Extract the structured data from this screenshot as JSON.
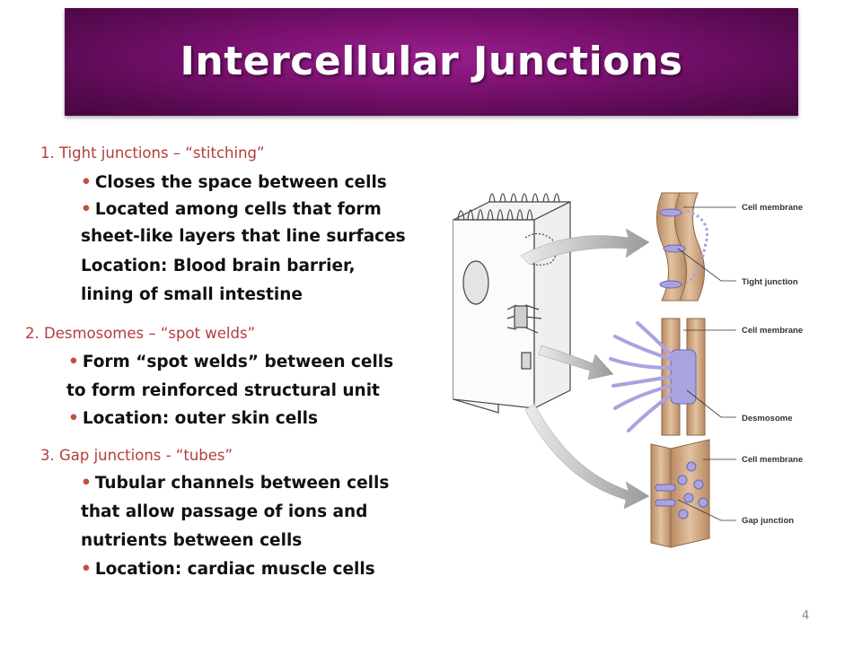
{
  "title": "Intercellular Junctions",
  "sections": [
    {
      "heading": "1. Tight junctions – “stitching”",
      "lines": [
        "Closes the space between cells",
        "Located among cells that form",
        "sheet-like layers that  line surfaces",
        "Location: Blood brain barrier,",
        "lining of small intestine"
      ]
    },
    {
      "heading": "2. Desmosomes – “spot welds”",
      "lines": [
        "Form “spot welds” between cells",
        "to form reinforced structural unit",
        "Location: outer skin cells"
      ]
    },
    {
      "heading": "3. Gap junctions -  “tubes”",
      "lines": [
        "Tubular channels between cells",
        "that allow passage of ions and",
        "nutrients between cells",
        "Location: cardiac muscle cells"
      ]
    }
  ],
  "diagram_labels": {
    "cell_membrane_1": "Cell membrane",
    "tight_junction": "Tight junction",
    "cell_membrane_2": "Cell membrane",
    "desmosome": "Desmosome",
    "cell_membrane_3": "Cell membrane",
    "gap_junction": "Gap junction"
  },
  "page_number": "4",
  "colors": {
    "banner": "#7a1170",
    "heading": "#b43c3c",
    "bullet": "#c0503c",
    "membrane": "#c9a07a",
    "protein": "#a9a3e0"
  }
}
